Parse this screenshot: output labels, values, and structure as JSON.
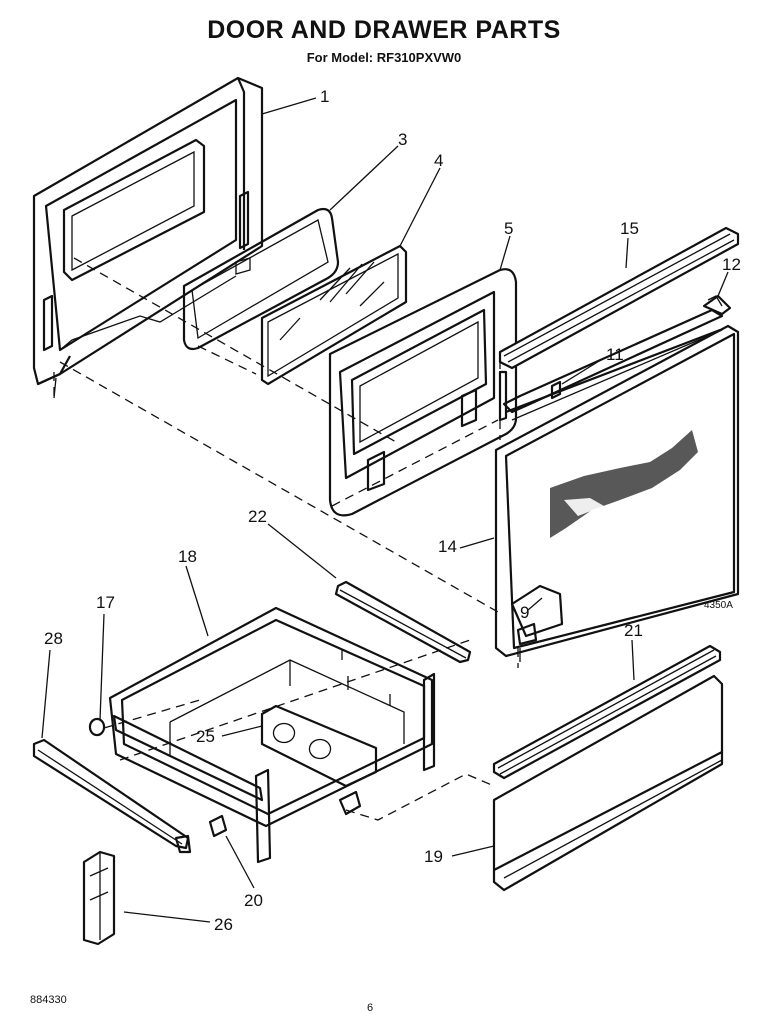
{
  "title": "DOOR AND DRAWER PARTS",
  "subtitle": "For Model: RF310PXVW0",
  "figure_code": "4350A",
  "footer_code": "884330",
  "page_number": "6",
  "callouts": {
    "c1": "1",
    "c3": "3",
    "c4": "4",
    "c5": "5",
    "c15": "15",
    "c12": "12",
    "c11": "11",
    "c14": "14",
    "c9": "9",
    "c22": "22",
    "c18": "18",
    "c17": "17",
    "c28": "28",
    "c25": "25",
    "c21": "21",
    "c19": "19",
    "c20": "20",
    "c26": "26"
  }
}
